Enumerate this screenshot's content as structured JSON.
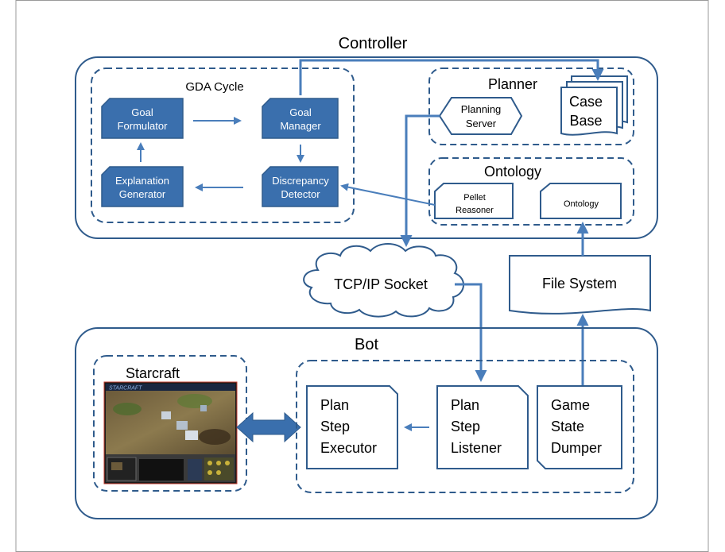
{
  "controller": {
    "title": "Controller",
    "gda": {
      "title": "GDA Cycle",
      "goal_formulator": [
        "Goal",
        "Formulator"
      ],
      "goal_manager": [
        "Goal",
        "Manager"
      ],
      "discrepancy_detector": [
        "Discrepancy",
        "Detector"
      ],
      "explanation_generator": [
        "Explanation",
        "Generator"
      ]
    },
    "planner": {
      "title": "Planner",
      "planning_server": [
        "Planning",
        "Server"
      ],
      "case_base": [
        "Case",
        "Base"
      ]
    },
    "ontology": {
      "title": "Ontology",
      "pellet_reasoner": [
        "Pellet",
        "Reasoner"
      ],
      "ontology_doc": "Ontology"
    }
  },
  "tcp_socket": "TCP/IP Socket",
  "file_system": "File System",
  "bot": {
    "title": "Bot",
    "starcraft": {
      "title": "Starcraft",
      "screenshot_logo": "STARCRAFT"
    },
    "plan_step_executor": [
      "Plan",
      "Step",
      "Executor"
    ],
    "plan_step_listener": [
      "Plan",
      "Step",
      "Listener"
    ],
    "game_state_dumper": [
      "Game",
      "State",
      "Dumper"
    ]
  },
  "colors": {
    "border": "#2f5b8c",
    "box_fill": "#3a6fad",
    "arrow": "#4a7ebb",
    "box_text": "#ffffff",
    "text": "#000000",
    "frame": "#9a9a9a"
  }
}
